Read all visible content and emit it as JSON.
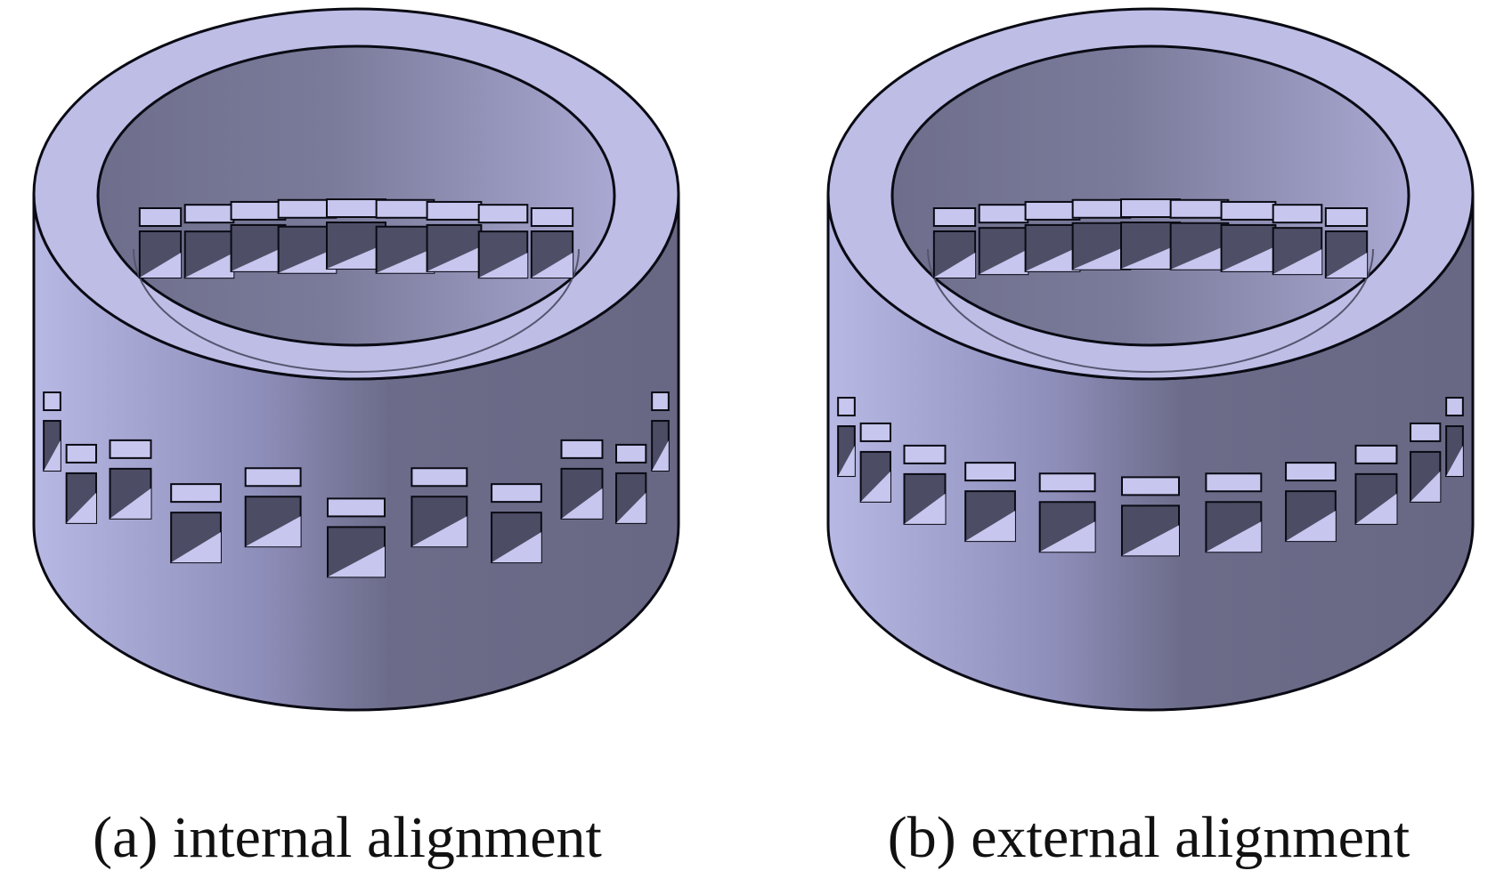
{
  "figure": {
    "panels": [
      {
        "id": "a",
        "caption": "(a) internal alignment",
        "slot_layout": "staggered"
      },
      {
        "id": "b",
        "caption": "(b) external alignment",
        "slot_layout": "aligned"
      }
    ],
    "colors": {
      "rim_top": "#bdbde6",
      "wall_light": "#b4b4e0",
      "wall_mid": "#8c8cb6",
      "wall_dark": "#6a6a86",
      "slot_face": "#c6c6ee",
      "outline": "#0a0a14"
    }
  }
}
